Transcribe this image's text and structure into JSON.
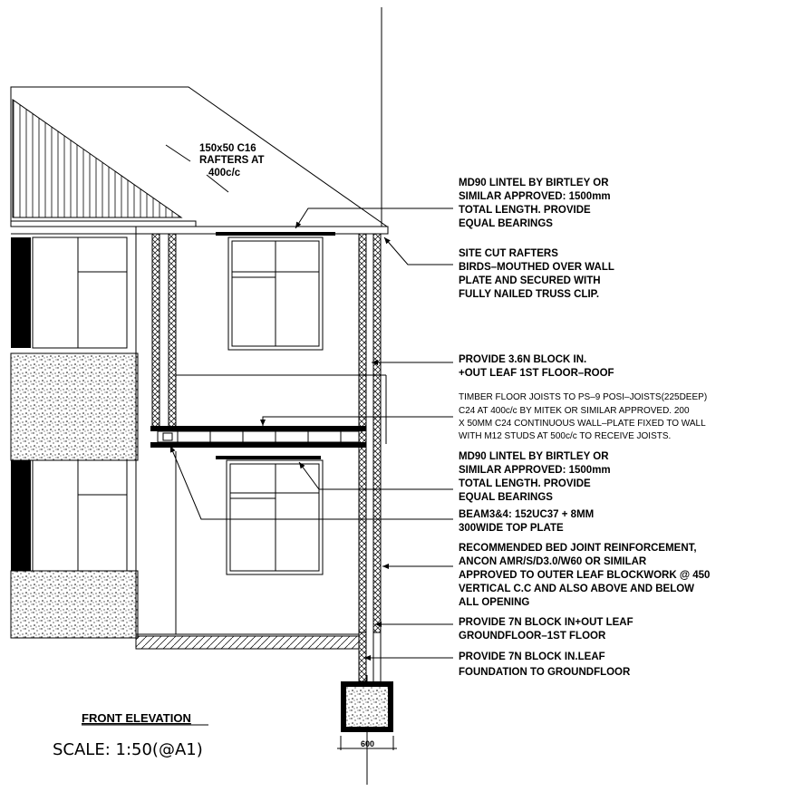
{
  "annotations": {
    "rafters": [
      "150x50 C16",
      "RAFTERS AT",
      "400c/c"
    ],
    "lintel_upper": [
      "MD90 LINTEL BY BIRTLEY OR",
      "SIMILAR APPROVED: 1500mm",
      "TOTAL LENGTH. PROVIDE",
      "EQUAL BEARINGS"
    ],
    "site_cut": [
      "SITE CUT RAFTERS",
      "BIRDS–MOUTHED OVER WALL",
      "PLATE AND SECURED WITH",
      "FULLY NAILED TRUSS CLIP."
    ],
    "block_first_floor": [
      "PROVIDE 3.6N BLOCK IN.",
      "+OUT LEAF 1ST FLOOR–ROOF"
    ],
    "floor_joists": [
      "TIMBER FLOOR JOISTS TO PS–9 POSI–JOISTS(225DEEP)",
      "C24 AT 400c/c BY MITEK OR SIMILAR APPROVED. 200",
      "X 50MM C24 CONTINUOUS WALL–PLATE FIXED TO WALL",
      "WITH M12 STUDS AT 500c/c TO RECEIVE JOISTS."
    ],
    "lintel_lower": [
      "MD90 LINTEL BY BIRTLEY OR",
      "SIMILAR APPROVED: 1500mm",
      "TOTAL LENGTH. PROVIDE",
      "EQUAL BEARINGS"
    ],
    "beam": [
      "BEAM3&4: 152UC37 + 8MM",
      "300WIDE  TOP PLATE"
    ],
    "reinforcement": [
      "RECOMMENDED BED JOINT REINFORCEMENT,",
      "ANCON AMR/S/D3.0/W60 OR SIMILAR",
      "APPROVED TO OUTER LEAF BLOCKWORK @ 450",
      "VERTICAL C.C AND ALSO ABOVE AND BELOW",
      "ALL OPENING"
    ],
    "block_ground": [
      "PROVIDE 7N BLOCK IN+OUT LEAF",
      "GROUNDFLOOR–1ST FLOOR"
    ],
    "block_foundation": [
      "PROVIDE 7N BLOCK IN.LEAF",
      "FOUNDATION TO GROUNDFLOOR"
    ]
  },
  "title": "FRONT ELEVATION",
  "scale": "SCALE:  1:50(@A1)",
  "dimension": "600"
}
